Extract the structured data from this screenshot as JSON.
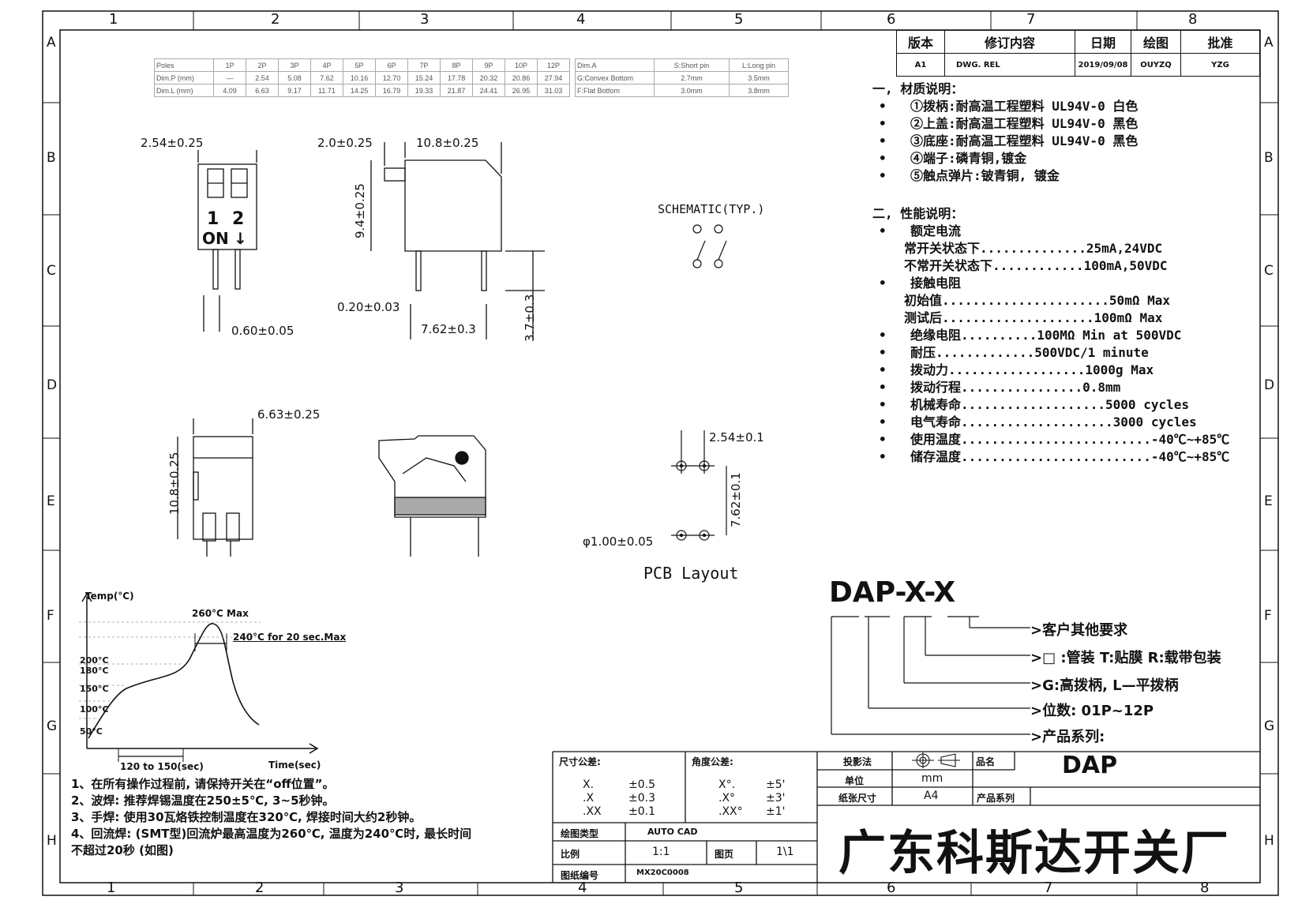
{
  "grid": {
    "top_cols": [
      "1",
      "2",
      "3",
      "4",
      "5",
      "6",
      "7",
      "8"
    ],
    "bottom_cols": [
      "1",
      "2",
      "3",
      "4",
      "5",
      "6",
      "7",
      "8"
    ],
    "rows": [
      "A",
      "B",
      "C",
      "D",
      "E",
      "F",
      "G",
      "H"
    ]
  },
  "spec_table": {
    "rows": [
      [
        "Poles",
        "1P",
        "2P",
        "3P",
        "4P",
        "5P",
        "6P",
        "7P",
        "8P",
        "9P",
        "10P",
        "12P"
      ],
      [
        "Dim.P (mm)",
        "—",
        "2.54",
        "5.08",
        "7.62",
        "10.16",
        "12.70",
        "15.24",
        "17.78",
        "20.32",
        "20.86",
        "27.94"
      ],
      [
        "Dim.L (mm)",
        "4.09",
        "6.63",
        "9.17",
        "11.71",
        "14.25",
        "16.79",
        "19.33",
        "21.87",
        "24.41",
        "26.95",
        "31.03"
      ]
    ]
  },
  "pin_table": {
    "rows": [
      [
        "Dim.A",
        "S:Short pin",
        "L:Long pin"
      ],
      [
        "G:Convex Bottom",
        "2.7mm",
        "3.5mm"
      ],
      [
        "F:Flat Bottom",
        "3.0mm",
        "3.8mm"
      ]
    ]
  },
  "revision": {
    "headers": [
      "版本",
      "修订内容",
      "日期",
      "绘图",
      "批准"
    ],
    "row": [
      "A1",
      "DWG. REL",
      "2019/09/08",
      "OUYZQ",
      "YZG"
    ]
  },
  "dims": {
    "top_pitch": "2.54±0.25",
    "switch_num1": "1",
    "switch_num2": "2",
    "switch_on": "ON",
    "pin_width": "0.60±0.05",
    "side_a": "2.0±0.25",
    "side_b": "10.8±0.25",
    "side_height": "9.4±0.25",
    "pin_thick": "0.20±0.03",
    "pin_span": "7.62±0.3",
    "pin_len": "3.7±0.3",
    "front_width": "6.63±0.25",
    "front_height": "10.8±0.25",
    "schematic": "SCHEMATIC(TYP.)",
    "pcb_pitch": "2.54±0.1",
    "pcb_span": "7.62±0.1",
    "pcb_hole": "φ1.00±0.05",
    "pcb_layout": "PCB Layout"
  },
  "materials": {
    "heading": "一, 材质说明：",
    "items": [
      "①拨柄:耐高温工程塑料 UL94V-0 白色",
      "②上盖:耐高温工程塑料 UL94V-0 黑色",
      "③底座:耐高温工程塑料 UL94V-0 黑色",
      "④端子:磷青铜,镀金",
      "⑤触点弹片:铍青铜, 镀金"
    ]
  },
  "performance": {
    "heading": "二, 性能说明：",
    "rated_current": "额定电流",
    "no_state": "常开关状态下..............25mA,24VDC",
    "nc_state": "不常开关状态下............100mA,50VDC",
    "contact_res": "接触电阻",
    "initial": "初始值......................50mΩ  Max",
    "after_test": "测试后....................100mΩ  Max",
    "items": [
      "绝缘电阻..........100MΩ  Min at 500VDC",
      "耐压.............500VDC/1 minute",
      "拨动力..................1000g Max",
      "拨动行程................0.8mm",
      "机械寿命...................5000 cycles",
      "电气寿命....................3000 cycles",
      "使用温度.........................-40℃~+85℃",
      "储存温度.........................-40℃~+85℃"
    ]
  },
  "part_number": {
    "code": "DAP-X-X",
    "lines": [
      "客户其他要求",
      "□ :管装  T:贴膜   R:载带包装",
      "G:高拨柄, L—平拨柄",
      "位数: 01P~12P",
      "产品系列:"
    ]
  },
  "reflow": {
    "ylabel": "Temp(°C)",
    "xlabel": "Time(sec)",
    "peak": "260°C Max",
    "hold": "240°C for 20 sec.Max",
    "t200": "200°C",
    "t180": "180°C",
    "t150": "150°C",
    "t100": "100°C",
    "t50": "50°C",
    "duration": "120 to 150(sec)"
  },
  "notes": [
    "1、在所有操作过程前, 请保持开关在“off位置”。",
    "2、波焊: 推荐焊锡温度在250±5℃, 3~5秒钟。",
    "3、手焊: 使用30瓦烙铁控制温度在320℃, 焊接时间大约2秒钟。",
    "4、回流焊: (SMT型)回流炉最高温度为260℃, 温度为240℃时, 最长时间",
    "不超过20秒 (如图)"
  ],
  "title_block": {
    "dim_tol_label": "尺寸公差:",
    "dim_tol": [
      [
        "X.",
        "±0.5"
      ],
      [
        ".X",
        "±0.3"
      ],
      [
        ".XX",
        "±0.1"
      ]
    ],
    "ang_tol_label": "角度公差:",
    "ang_tol": [
      [
        "X°.",
        "±5'"
      ],
      [
        ".X°",
        "±3'"
      ],
      [
        ".XX°",
        "±1'"
      ]
    ],
    "drawing_type_label": "绘图类型",
    "drawing_type": "AUTO CAD",
    "scale_label": "比例",
    "scale": "1:1",
    "page_label": "图页",
    "page": "1\\1",
    "drawing_no_label": "图纸编号",
    "drawing_no": "MX20C0008",
    "projection_label": "投影法",
    "unit_label": "单位",
    "unit": "mm",
    "paper_label": "纸张尺寸",
    "paper": "A4",
    "product_name_label": "品名",
    "product_name": "DAP",
    "product_series_label": "产品系列",
    "company": "广东科斯达开关厂"
  }
}
